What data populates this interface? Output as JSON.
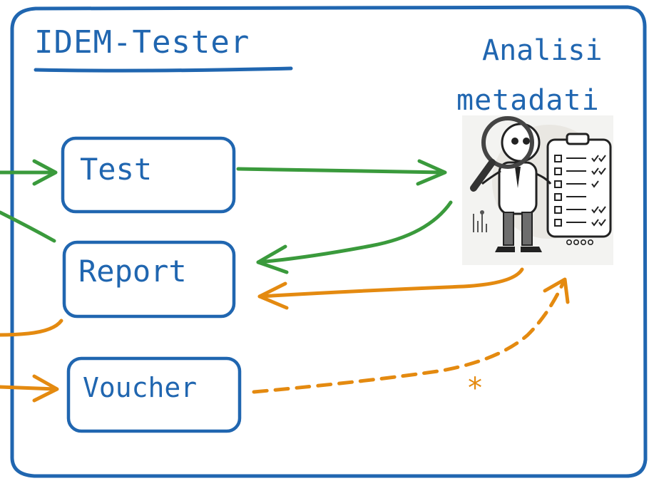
{
  "title": "IDEM-Tester",
  "analysis_label": {
    "line1": "Analisi",
    "line2": "metadati"
  },
  "nodes": {
    "test": "Test",
    "report": "Report",
    "voucher": "Voucher"
  },
  "annotation": "*",
  "illustration": {
    "icon": "magnifier-checklist-character-icon",
    "pagination_dots": "○○○○"
  },
  "colors": {
    "frame_blue": "#2066b0",
    "green_arrow": "#3a9a3c",
    "orange_arrow": "#e48a10"
  }
}
